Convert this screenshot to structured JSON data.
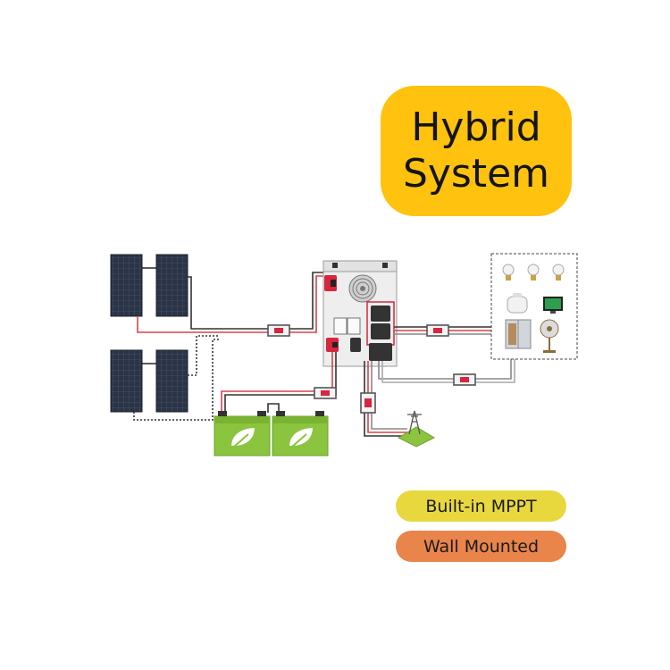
{
  "title": {
    "line1": "Hybrid",
    "line2": "System"
  },
  "features": [
    {
      "label": "Built-in MPPT"
    },
    {
      "label": "Wall Mounted"
    }
  ],
  "colors": {
    "title_badge": "#FFC20E",
    "mppt_pill": "#E8D83E",
    "wall_pill": "#E9844A",
    "battery": "#8BC53F",
    "solar_panel": "#2B3346",
    "wire_red": "#D8434B",
    "wire_dark": "#333333",
    "inverter": "#EEEEEE",
    "terminal_red": "#D7263D"
  },
  "icons": [
    "solar-panel-icon",
    "inverter-icon",
    "fan-icon",
    "battery-icon",
    "leaf-icon",
    "breaker-icon",
    "power-socket-icon",
    "lightbulb-icon",
    "rice-cooker-icon",
    "tv-icon",
    "fridge-icon",
    "electric-fan-icon",
    "transmission-tower-icon"
  ]
}
